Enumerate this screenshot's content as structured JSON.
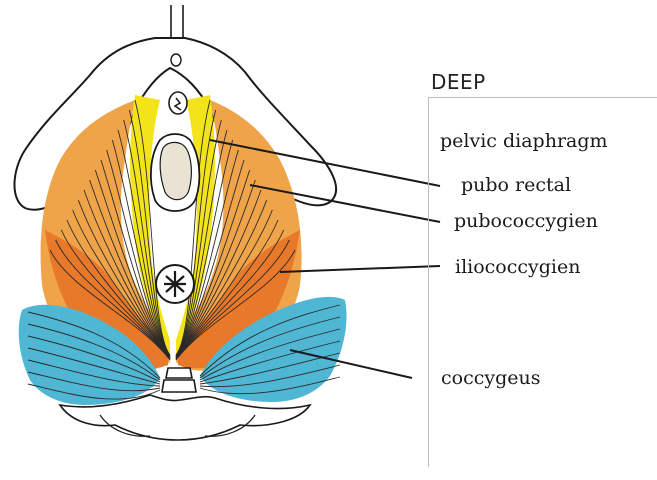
{
  "figure": {
    "heading": "DEEP",
    "labels": {
      "pelvic_diaphragm": "pelvic diaphragm",
      "pubo_rectal": "pubo rectal",
      "pubococcygien": "pubococcygien",
      "iliococcygien": "iliococcygien",
      "coccygeus": "coccygeus"
    }
  },
  "colors": {
    "yellow": "#f3e31a",
    "orange_light": "#f0a449",
    "orange_dark": "#e8782a",
    "cyan": "#4fb7d3",
    "ink": "#1a1a1a"
  }
}
